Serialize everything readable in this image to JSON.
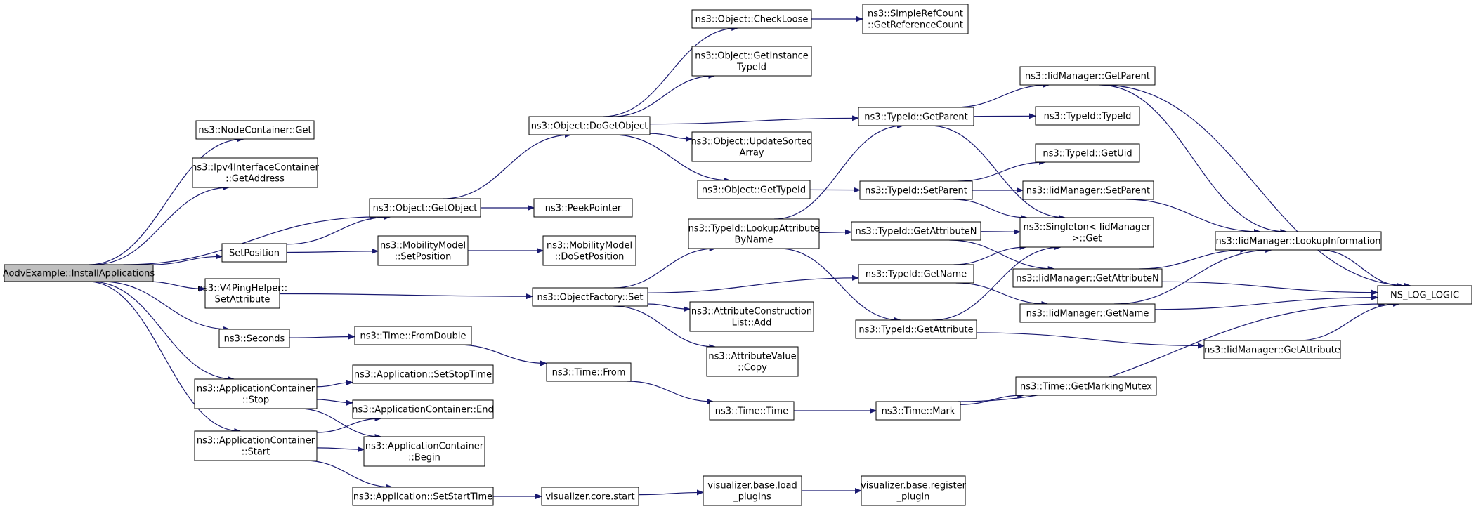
{
  "nodes": [
    {
      "id": "aodv_install",
      "lines": [
        "AodvExample::InstallApplications"
      ]
    },
    {
      "id": "nodecontainer_get",
      "lines": [
        "ns3::NodeContainer::Get"
      ]
    },
    {
      "id": "ipv4_getaddress",
      "lines": [
        "ns3::Ipv4InterfaceContainer",
        "::GetAddress"
      ]
    },
    {
      "id": "object_getobject",
      "lines": [
        "ns3::Object::GetObject"
      ]
    },
    {
      "id": "setposition",
      "lines": [
        "SetPosition"
      ]
    },
    {
      "id": "v4ping_setattribute",
      "lines": [
        "ns3::V4PingHelper::",
        "SetAttribute"
      ]
    },
    {
      "id": "seconds",
      "lines": [
        "ns3::Seconds"
      ]
    },
    {
      "id": "appcontainer_stop",
      "lines": [
        "ns3::ApplicationContainer",
        "::Stop"
      ]
    },
    {
      "id": "appcontainer_start",
      "lines": [
        "ns3::ApplicationContainer",
        "::Start"
      ]
    },
    {
      "id": "object_dogetobject",
      "lines": [
        "ns3::Object::DoGetObject"
      ]
    },
    {
      "id": "peekpointer",
      "lines": [
        "ns3::PeekPointer"
      ]
    },
    {
      "id": "mobility_setposition",
      "lines": [
        "ns3::MobilityModel",
        "::SetPosition"
      ]
    },
    {
      "id": "mobility_dosetposition",
      "lines": [
        "ns3::MobilityModel",
        "::DoSetPosition"
      ]
    },
    {
      "id": "objectfactory_set",
      "lines": [
        "ns3::ObjectFactory::Set"
      ]
    },
    {
      "id": "time_fromdouble",
      "lines": [
        "ns3::Time::FromDouble"
      ]
    },
    {
      "id": "time_from",
      "lines": [
        "ns3::Time::From"
      ]
    },
    {
      "id": "app_setstoptime",
      "lines": [
        "ns3::Application::SetStopTime"
      ]
    },
    {
      "id": "appcontainer_end",
      "lines": [
        "ns3::ApplicationContainer::End"
      ]
    },
    {
      "id": "appcontainer_begin",
      "lines": [
        "ns3::ApplicationContainer",
        "::Begin"
      ]
    },
    {
      "id": "app_setstarttime",
      "lines": [
        "ns3::Application::SetStartTime"
      ]
    },
    {
      "id": "object_checkloose",
      "lines": [
        "ns3::Object::CheckLoose"
      ]
    },
    {
      "id": "simplerefcount_getrefcount",
      "lines": [
        "ns3::SimpleRefCount",
        "::GetReferenceCount"
      ]
    },
    {
      "id": "object_getinstancetypeid",
      "lines": [
        "ns3::Object::GetInstance",
        "TypeId"
      ]
    },
    {
      "id": "object_updatesortedarray",
      "lines": [
        "ns3::Object::UpdateSorted",
        "Array"
      ]
    },
    {
      "id": "object_gettypeid",
      "lines": [
        "ns3::Object::GetTypeId"
      ]
    },
    {
      "id": "typeid_lookupattributebyname",
      "lines": [
        "ns3::TypeId::LookupAttribute",
        "ByName"
      ]
    },
    {
      "id": "attributeconstructionlist_add",
      "lines": [
        "ns3::AttributeConstruction",
        "List::Add"
      ]
    },
    {
      "id": "attributevalue_copy",
      "lines": [
        "ns3::AttributeValue",
        "::Copy"
      ]
    },
    {
      "id": "time_time",
      "lines": [
        "ns3::Time::Time"
      ]
    },
    {
      "id": "visualizer_core_start",
      "lines": [
        "visualizer.core.start"
      ]
    },
    {
      "id": "visualizer_base_load_plugins",
      "lines": [
        "visualizer.base.load",
        "_plugins"
      ]
    },
    {
      "id": "visualizer_base_register_plugin",
      "lines": [
        "visualizer.base.register",
        "_plugin"
      ]
    },
    {
      "id": "typeid_getparent",
      "lines": [
        "ns3::TypeId::GetParent"
      ]
    },
    {
      "id": "typeid_setparent",
      "lines": [
        "ns3::TypeId::SetParent"
      ]
    },
    {
      "id": "typeid_getattributen",
      "lines": [
        "ns3::TypeId::GetAttributeN"
      ]
    },
    {
      "id": "typeid_getname",
      "lines": [
        "ns3::TypeId::GetName"
      ]
    },
    {
      "id": "typeid_getattribute",
      "lines": [
        "ns3::TypeId::GetAttribute"
      ]
    },
    {
      "id": "time_mark",
      "lines": [
        "ns3::Time::Mark"
      ]
    },
    {
      "id": "iidmanager_getparent",
      "lines": [
        "ns3::IidManager::GetParent"
      ]
    },
    {
      "id": "typeid_typeid",
      "lines": [
        "ns3::TypeId::TypeId"
      ]
    },
    {
      "id": "typeid_getuid",
      "lines": [
        "ns3::TypeId::GetUid"
      ]
    },
    {
      "id": "iidmanager_setparent",
      "lines": [
        "ns3::IidManager::SetParent"
      ]
    },
    {
      "id": "singleton_get",
      "lines": [
        "ns3::Singleton< IidManager",
        ">::Get"
      ]
    },
    {
      "id": "iidmanager_getattributen",
      "lines": [
        "ns3::IidManager::GetAttributeN"
      ]
    },
    {
      "id": "iidmanager_getname",
      "lines": [
        "ns3::IidManager::GetName"
      ]
    },
    {
      "id": "iidmanager_getattribute",
      "lines": [
        "ns3::IidManager::GetAttribute"
      ]
    },
    {
      "id": "time_getmarkingmutex",
      "lines": [
        "ns3::Time::GetMarkingMutex"
      ]
    },
    {
      "id": "iidmanager_lookupinformation",
      "lines": [
        "ns3::IidManager::LookupInformation"
      ]
    },
    {
      "id": "ns_log_logic",
      "lines": [
        "NS_LOG_LOGIC"
      ]
    }
  ],
  "edges": [
    [
      "aodv_install",
      "nodecontainer_get"
    ],
    [
      "aodv_install",
      "ipv4_getaddress"
    ],
    [
      "aodv_install",
      "object_getobject"
    ],
    [
      "aodv_install",
      "setposition"
    ],
    [
      "aodv_install",
      "v4ping_setattribute"
    ],
    [
      "aodv_install",
      "seconds"
    ],
    [
      "aodv_install",
      "appcontainer_stop"
    ],
    [
      "aodv_install",
      "appcontainer_start"
    ],
    [
      "object_getobject",
      "object_dogetobject"
    ],
    [
      "object_getobject",
      "peekpointer"
    ],
    [
      "setposition",
      "object_getobject"
    ],
    [
      "setposition",
      "mobility_setposition"
    ],
    [
      "mobility_setposition",
      "mobility_dosetposition"
    ],
    [
      "v4ping_setattribute",
      "objectfactory_set"
    ],
    [
      "seconds",
      "time_fromdouble"
    ],
    [
      "time_fromdouble",
      "time_from"
    ],
    [
      "time_from",
      "time_time"
    ],
    [
      "time_time",
      "time_mark"
    ],
    [
      "time_mark",
      "time_getmarkingmutex"
    ],
    [
      "time_mark",
      "ns_log_logic"
    ],
    [
      "appcontainer_stop",
      "app_setstoptime"
    ],
    [
      "appcontainer_stop",
      "appcontainer_end"
    ],
    [
      "appcontainer_stop",
      "appcontainer_begin"
    ],
    [
      "appcontainer_start",
      "appcontainer_end"
    ],
    [
      "appcontainer_start",
      "appcontainer_begin"
    ],
    [
      "appcontainer_start",
      "app_setstarttime"
    ],
    [
      "app_setstarttime",
      "visualizer_core_start"
    ],
    [
      "visualizer_core_start",
      "visualizer_base_load_plugins"
    ],
    [
      "visualizer_base_load_plugins",
      "visualizer_base_register_plugin"
    ],
    [
      "object_dogetobject",
      "object_checkloose"
    ],
    [
      "object_dogetobject",
      "object_getinstancetypeid"
    ],
    [
      "object_dogetobject",
      "object_updatesortedarray"
    ],
    [
      "object_dogetobject",
      "object_gettypeid"
    ],
    [
      "object_dogetobject",
      "typeid_getparent"
    ],
    [
      "object_checkloose",
      "simplerefcount_getrefcount"
    ],
    [
      "object_gettypeid",
      "typeid_setparent"
    ],
    [
      "objectfactory_set",
      "typeid_lookupattributebyname"
    ],
    [
      "objectfactory_set",
      "typeid_getname"
    ],
    [
      "objectfactory_set",
      "attributeconstructionlist_add"
    ],
    [
      "objectfactory_set",
      "attributevalue_copy"
    ],
    [
      "typeid_lookupattributebyname",
      "typeid_getparent"
    ],
    [
      "typeid_lookupattributebyname",
      "typeid_getattributen"
    ],
    [
      "typeid_lookupattributebyname",
      "typeid_getattribute"
    ],
    [
      "typeid_getparent",
      "iidmanager_getparent"
    ],
    [
      "typeid_getparent",
      "typeid_typeid"
    ],
    [
      "typeid_getparent",
      "singleton_get"
    ],
    [
      "typeid_setparent",
      "typeid_getuid"
    ],
    [
      "typeid_setparent",
      "iidmanager_setparent"
    ],
    [
      "typeid_setparent",
      "singleton_get"
    ],
    [
      "typeid_getattributen",
      "singleton_get"
    ],
    [
      "typeid_getattributen",
      "iidmanager_getattributen"
    ],
    [
      "typeid_getname",
      "singleton_get"
    ],
    [
      "typeid_getname",
      "iidmanager_getname"
    ],
    [
      "typeid_getattribute",
      "singleton_get"
    ],
    [
      "typeid_getattribute",
      "iidmanager_getattribute"
    ],
    [
      "iidmanager_getparent",
      "iidmanager_lookupinformation"
    ],
    [
      "iidmanager_getparent",
      "ns_log_logic"
    ],
    [
      "iidmanager_setparent",
      "iidmanager_lookupinformation"
    ],
    [
      "iidmanager_getattributen",
      "iidmanager_lookupinformation"
    ],
    [
      "iidmanager_getattributen",
      "ns_log_logic"
    ],
    [
      "iidmanager_getname",
      "iidmanager_lookupinformation"
    ],
    [
      "iidmanager_getname",
      "ns_log_logic"
    ],
    [
      "iidmanager_getattribute",
      "ns_log_logic"
    ],
    [
      "iidmanager_lookupinformation",
      "ns_log_logic"
    ]
  ]
}
